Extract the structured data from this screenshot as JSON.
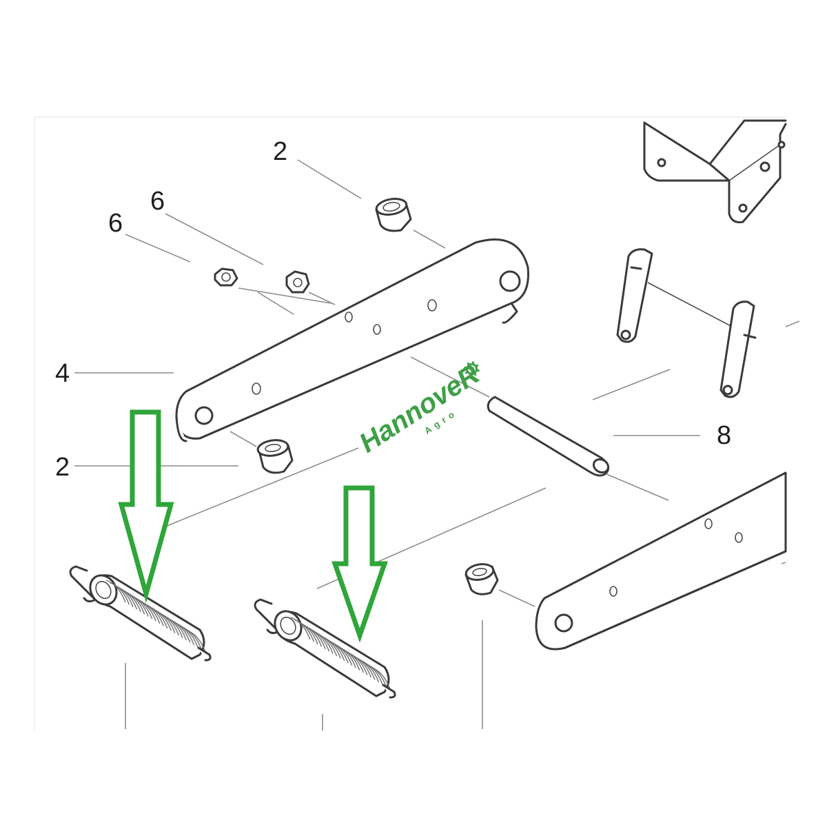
{
  "callouts": {
    "bushing_top": "2",
    "nut_upper": "6",
    "nut_lower": "6",
    "link_plate": "4",
    "bushing_bottom": "2",
    "pin": "8"
  },
  "logo": {
    "text": "HannoveR",
    "subtext": "Agro",
    "color": "#3e9f47"
  },
  "colors": {
    "line_art": "#3a3a3a",
    "leader": "#8c8c8c",
    "arrow": "#2fa53a",
    "background": "#ffffff"
  },
  "arrows": [
    {
      "name": "arrow-left-spring",
      "direction": "down",
      "icon": "down-arrow-icon"
    },
    {
      "name": "arrow-right-spring",
      "direction": "down",
      "icon": "down-arrow-icon"
    }
  ]
}
